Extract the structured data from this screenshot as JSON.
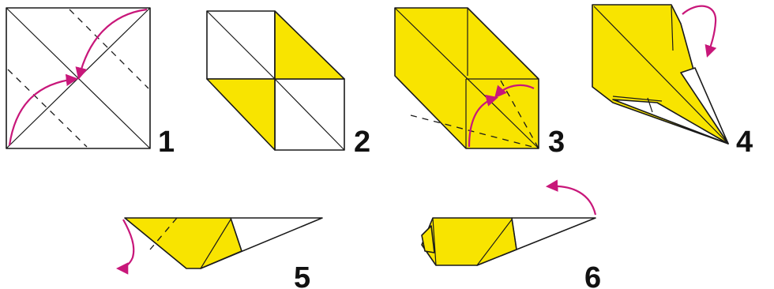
{
  "steps": [
    {
      "label": "1"
    },
    {
      "label": "2"
    },
    {
      "label": "3"
    },
    {
      "label": "4"
    },
    {
      "label": "5"
    },
    {
      "label": "6"
    }
  ],
  "colors": {
    "paper_colored": "#f8e400",
    "paper_white": "#ffffff",
    "arrow": "#c8177a",
    "line": "#1a1a1a"
  }
}
